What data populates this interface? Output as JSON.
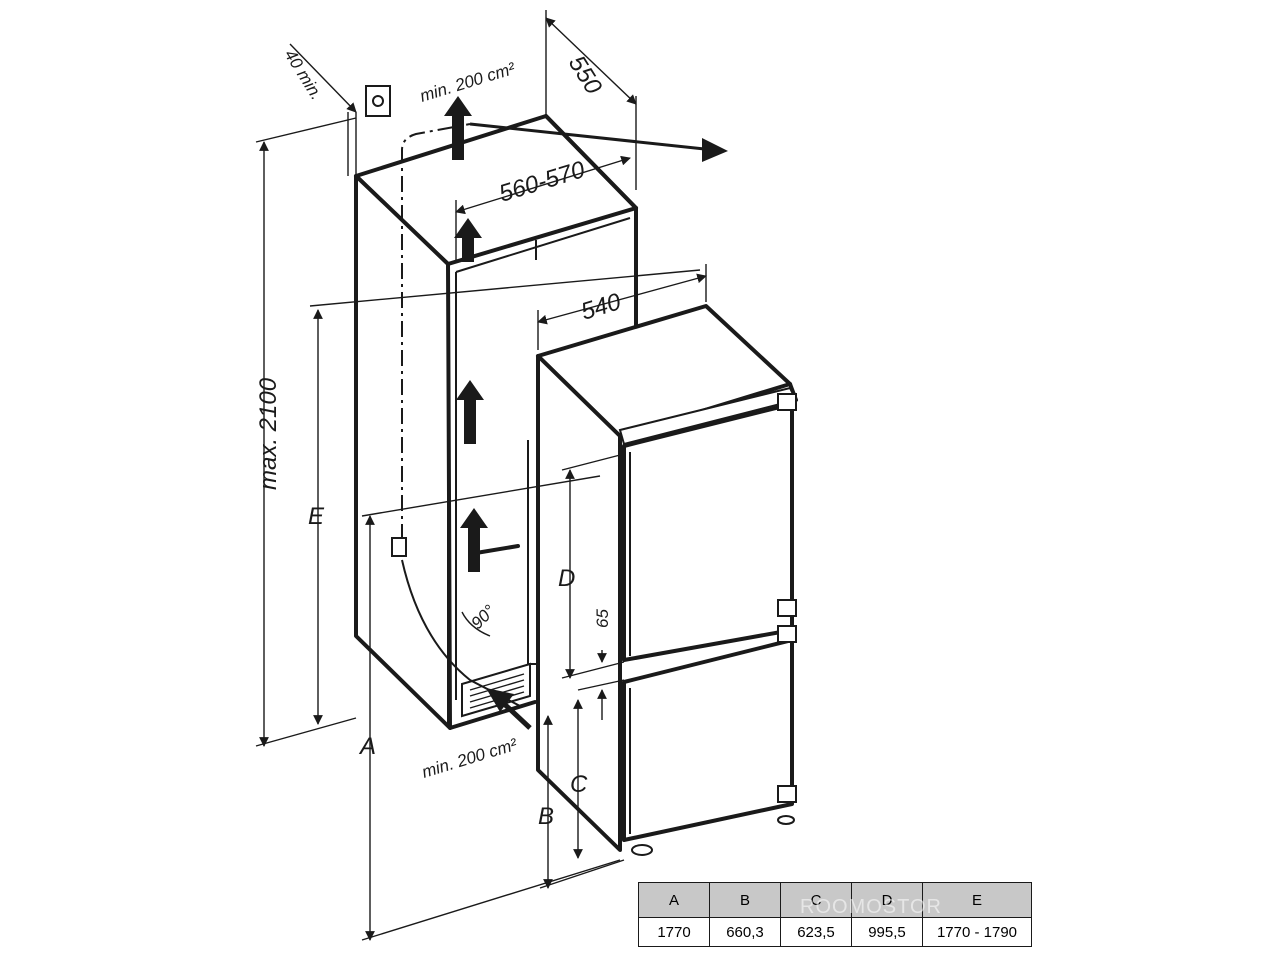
{
  "diagram": {
    "labels": {
      "vent_top": "min. 200 cm²",
      "vent_bottom": "min. 200 cm²",
      "clearance_rear": "40 min.",
      "depth_top": "550",
      "niche_width": "560-570",
      "appliance_depth": "540",
      "max_height": "max. 2100",
      "dim_e": "E",
      "dim_a": "A",
      "dim_b": "B",
      "dim_c": "C",
      "dim_d": "D",
      "gap_65": "65",
      "angle_90": "90°"
    }
  },
  "table": {
    "headers": [
      "A",
      "B",
      "C",
      "D",
      "E"
    ],
    "values": [
      "1770",
      "660,3",
      "623,5",
      "995,5",
      "1770 - 1790"
    ]
  },
  "watermark": "ROOMOSTOR"
}
